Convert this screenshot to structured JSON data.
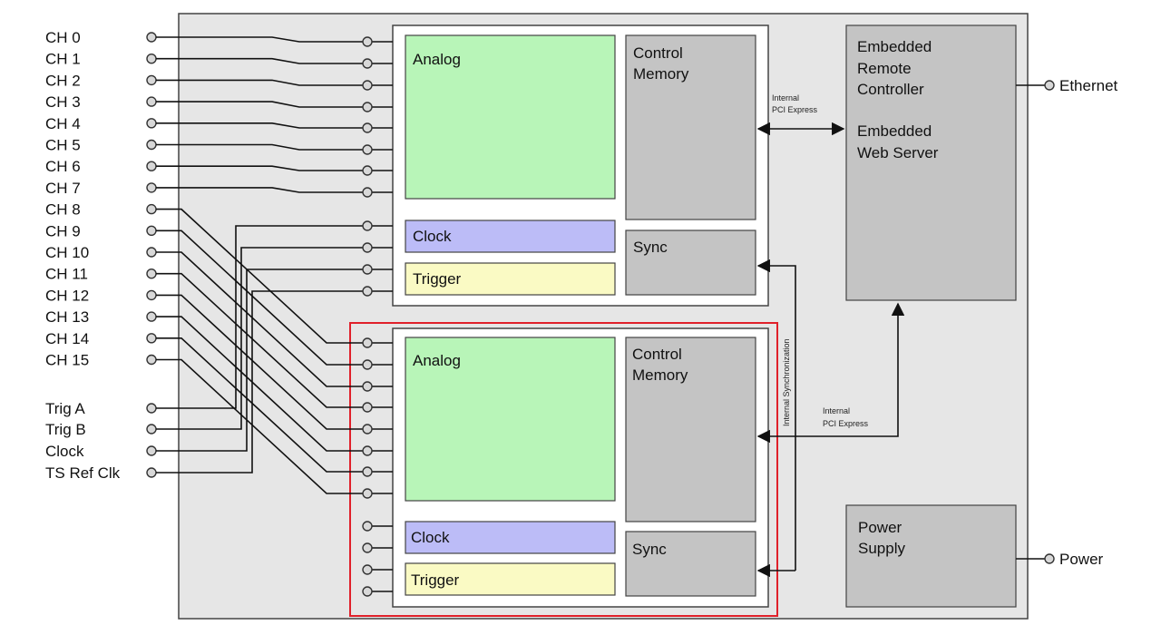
{
  "channels": [
    "CH 0",
    "CH 1",
    "CH 2",
    "CH 3",
    "CH 4",
    "CH 5",
    "CH 6",
    "CH 7",
    "CH 8",
    "CH 9",
    "CH 10",
    "CH 11",
    "CH 12",
    "CH 13",
    "CH 14",
    "CH 15"
  ],
  "aux_inputs": [
    "Trig A",
    "Trig B",
    "Clock",
    "TS Ref Clk"
  ],
  "module_top": {
    "analog": "Analog",
    "control_line1": "Control",
    "control_line2": "Memory",
    "clock": "Clock",
    "trigger": "Trigger",
    "sync": "Sync"
  },
  "module_bottom": {
    "analog": "Analog",
    "control_line1": "Control",
    "control_line2": "Memory",
    "clock": "Clock",
    "trigger": "Trigger",
    "sync": "Sync"
  },
  "controller": {
    "line1": "Embedded",
    "line2": "Remote",
    "line3": "Controller",
    "line4": "Embedded",
    "line5": "Web Server"
  },
  "power_supply": {
    "line1": "Power",
    "line2": "Supply"
  },
  "outputs": {
    "ethernet": "Ethernet",
    "power": "Power"
  },
  "bus_top": {
    "line1": "Internal",
    "line2": "PCI Express"
  },
  "bus_bottom": {
    "line1": "Internal",
    "line2": "PCI Express"
  },
  "sync_bus": "Internal Synchronization",
  "colors": {
    "analog": "#b8f5b8",
    "clock": "#bcbcf7",
    "trigger": "#fafac4",
    "gray_block": "#c4c4c4",
    "chassis": "#e6e6e6",
    "highlight": "#e0202a"
  }
}
